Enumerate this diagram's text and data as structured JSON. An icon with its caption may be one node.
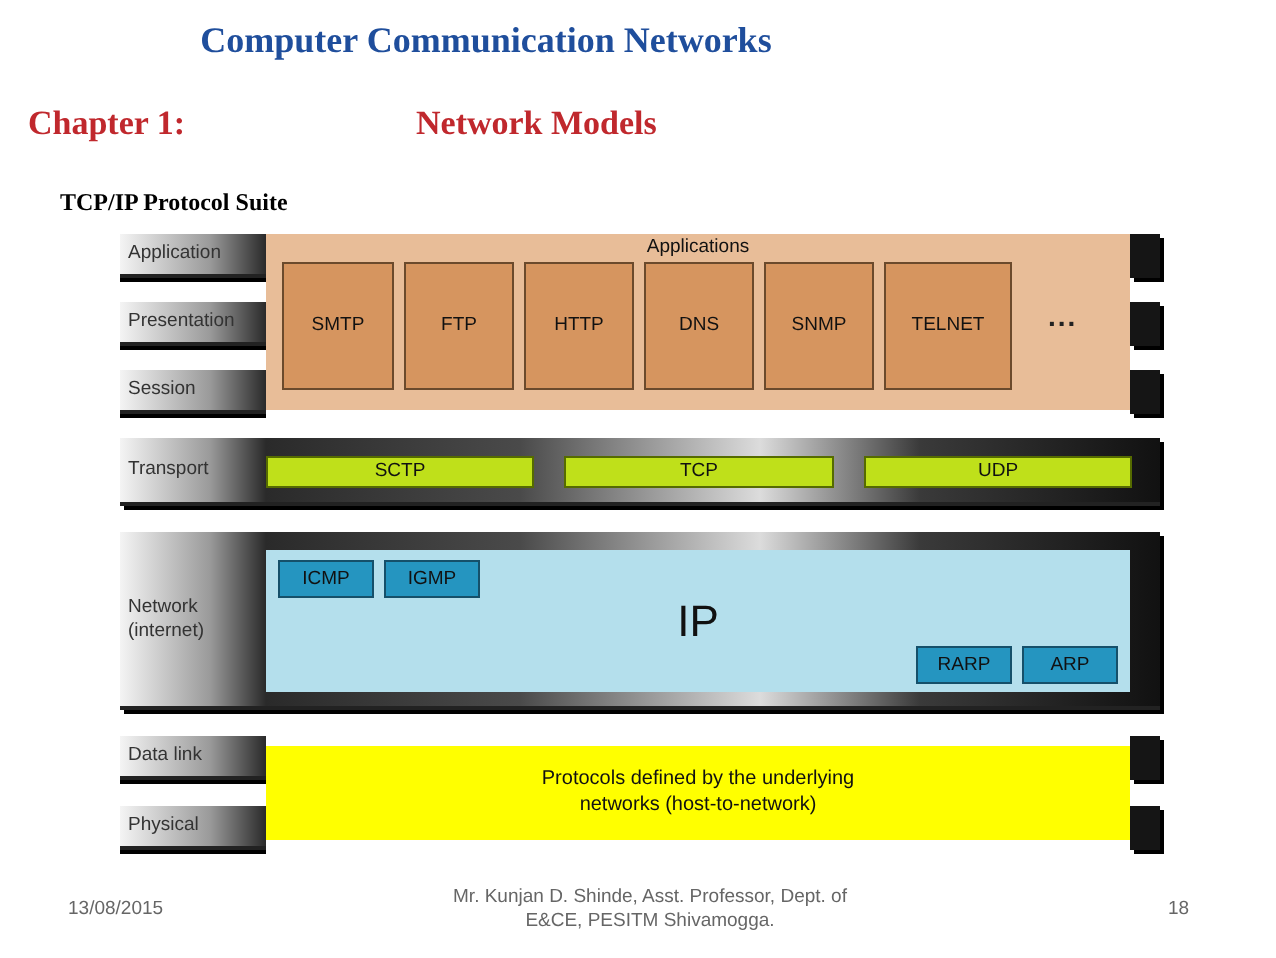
{
  "diagram": {
    "title": "Computer Communication Networks",
    "nodes": [
      {
        "text": [
          "Application"
        ]
      },
      {
        "text": [
          "Presentation"
        ]
      },
      {
        "text": [
          "Session"
        ]
      },
      {
        "text": [
          "Applications"
        ]
      },
      {
        "text": [
          "SMTP"
        ],
        "in": 3
      },
      {
        "text": [
          "FTP"
        ],
        "in": 3
      },
      {
        "text": [
          "HTTP"
        ],
        "in": 3
      },
      {
        "text": [
          "DNS"
        ],
        "in": 3
      },
      {
        "text": [
          "SNMP"
        ],
        "in": 3
      },
      {
        "text": [
          "TELNET"
        ],
        "in": 3
      },
      {
        "text": [
          "Transport"
        ]
      },
      {
        "text": [
          "SCTP"
        ],
        "in": 10
      },
      {
        "text": [
          "TCP"
        ],
        "in": 10
      },
      {
        "text": [
          "UDP"
        ],
        "in": 10
      },
      {
        "text": [
          "Network (internet)"
        ]
      },
      {
        "text": [
          "IP"
        ],
        "in": 14
      },
      {
        "text": [
          "ICMP"
        ],
        "in": 15
      },
      {
        "text": [
          "IGMP"
        ],
        "in": 15
      },
      {
        "text": [
          "RARP"
        ],
        "in": 15
      },
      {
        "text": [
          "ARP"
        ],
        "in": 15
      },
      {
        "text": [
          "Data link"
        ]
      },
      {
        "text": [
          "Physical"
        ]
      },
      {
        "text": [
          "Protocols defined by the underlying networks (host-to-network)"
        ]
      }
    ],
    "labels": [
      "Chapter 1:",
      "Network Models",
      "TCP/IP Protocol Suite",
      "...",
      "13/08/2015",
      "Mr. Kunjan D. Shinde, Asst. Professor, Dept. of E&CE, PESITM Shivamogga.",
      "18"
    ]
  }
}
